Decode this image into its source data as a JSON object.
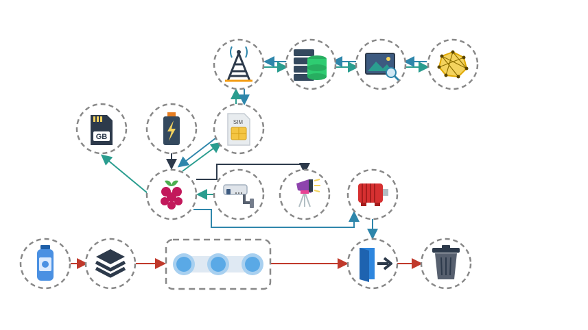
{
  "colors": {
    "data_flow": "#2a9d8f",
    "control_flow": "#2e86ab",
    "dark_flow": "#2d3a4b",
    "waste_flow": "#c0392b",
    "node_border": "#888888"
  },
  "nodes": [
    {
      "id": "cell-tower",
      "icon": "cell-tower-icon"
    },
    {
      "id": "database-server",
      "icon": "database-server-icon"
    },
    {
      "id": "image-analysis",
      "icon": "image-search-icon"
    },
    {
      "id": "neural-network",
      "icon": "neural-network-icon"
    },
    {
      "id": "sd-card",
      "icon": "sd-card-icon",
      "label": "GB"
    },
    {
      "id": "battery",
      "icon": "battery-icon"
    },
    {
      "id": "sim-card",
      "icon": "sim-card-icon",
      "label": "SIM"
    },
    {
      "id": "raspberry-pi",
      "icon": "raspberry-pi-icon"
    },
    {
      "id": "camera",
      "icon": "camera-icon"
    },
    {
      "id": "light-sensor",
      "icon": "light-sensor-icon"
    },
    {
      "id": "motor",
      "icon": "motor-icon"
    },
    {
      "id": "bottle",
      "icon": "bottle-icon"
    },
    {
      "id": "layers",
      "icon": "layers-icon"
    },
    {
      "id": "conveyor",
      "icon": "conveyor-belt-icon"
    },
    {
      "id": "exit-gate",
      "icon": "exit-door-icon"
    },
    {
      "id": "trash-bin",
      "icon": "trash-bin-icon"
    }
  ]
}
